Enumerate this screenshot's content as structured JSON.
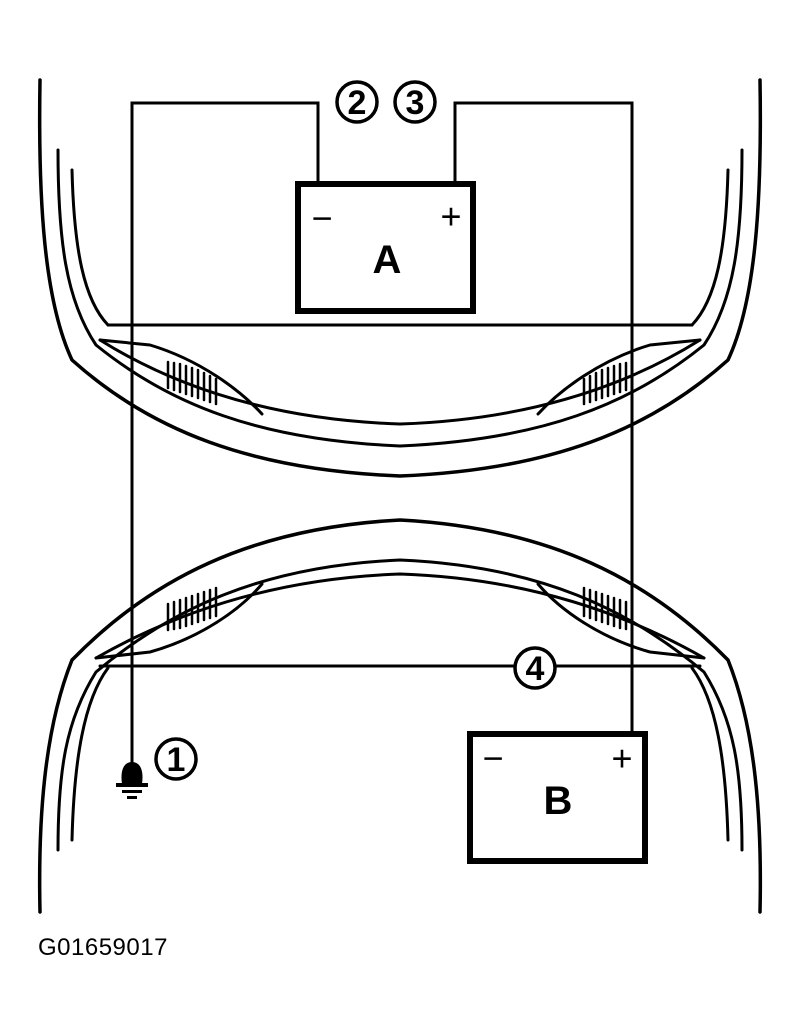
{
  "battery_a": {
    "label": "A",
    "negative": "−",
    "positive": "+"
  },
  "battery_b": {
    "label": "B",
    "negative": "−",
    "positive": "+"
  },
  "callouts": [
    "1",
    "2",
    "3",
    "4"
  ],
  "figure_id": "G01659017"
}
